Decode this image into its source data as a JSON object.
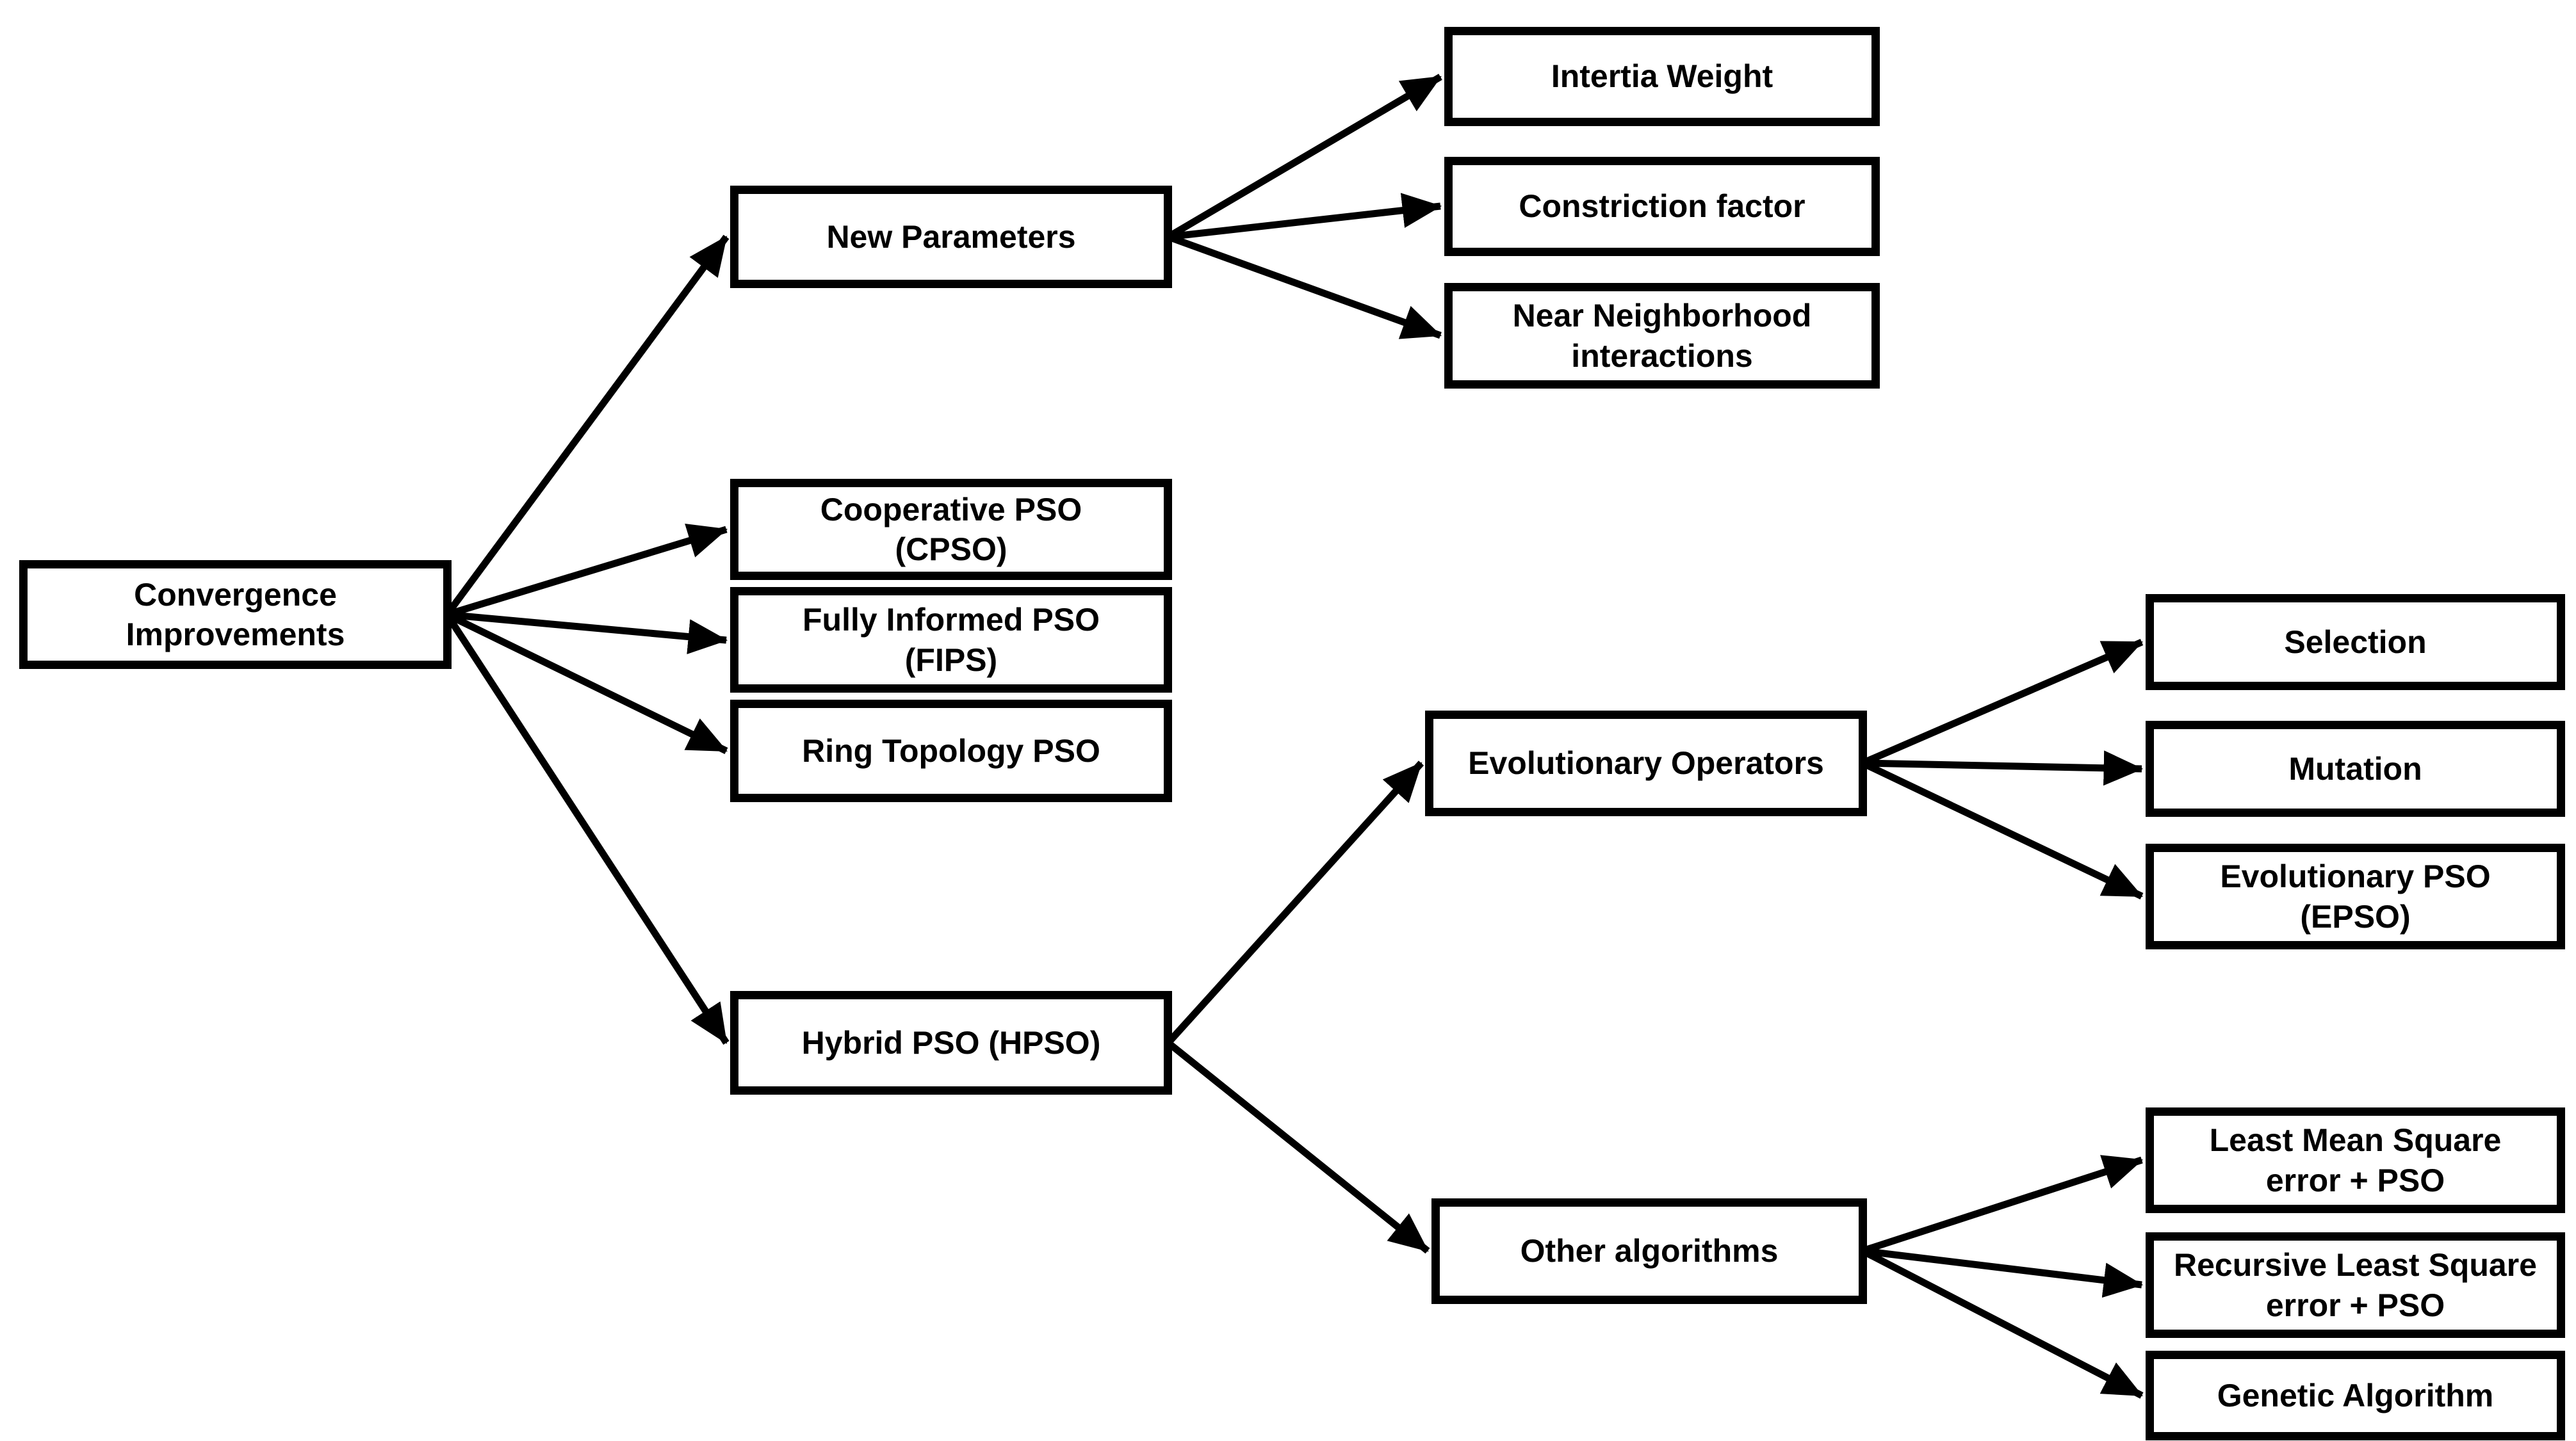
{
  "diagram": {
    "type": "flowchart",
    "direction": "left-to-right",
    "background_color": "#ffffff",
    "box_fill_color": "#ffffff",
    "box_border_color": "#000000",
    "text_color": "#000000",
    "arrow_color": "#000000"
  },
  "nodes": {
    "root": {
      "label": "Convergence\nImprovements"
    },
    "new_parameters": {
      "label": "New Parameters"
    },
    "inertia_weight": {
      "label": "Intertia Weight"
    },
    "constriction_factor": {
      "label": "Constriction factor"
    },
    "near_neighborhood": {
      "label": "Near Neighborhood\ninteractions"
    },
    "cpso": {
      "label": "Cooperative PSO\n(CPSO)"
    },
    "fips": {
      "label": "Fully Informed PSO\n(FIPS)"
    },
    "ring_topology": {
      "label": "Ring Topology PSO"
    },
    "hybrid_pso": {
      "label": "Hybrid PSO (HPSO)"
    },
    "evolutionary_operators": {
      "label": "Evolutionary Operators"
    },
    "selection": {
      "label": "Selection"
    },
    "mutation": {
      "label": "Mutation"
    },
    "epso": {
      "label": "Evolutionary PSO\n(EPSO)"
    },
    "other_algorithms": {
      "label": "Other algorithms"
    },
    "lms_pso": {
      "label": "Least Mean Square\nerror + PSO"
    },
    "rls_pso": {
      "label": "Recursive Least Square\nerror + PSO"
    },
    "genetic_algorithm": {
      "label": "Genetic Algorithm"
    }
  },
  "edges": [
    {
      "from": "root",
      "to": "new_parameters"
    },
    {
      "from": "root",
      "to": "cpso"
    },
    {
      "from": "root",
      "to": "fips"
    },
    {
      "from": "root",
      "to": "ring_topology"
    },
    {
      "from": "root",
      "to": "hybrid_pso"
    },
    {
      "from": "new_parameters",
      "to": "inertia_weight"
    },
    {
      "from": "new_parameters",
      "to": "constriction_factor"
    },
    {
      "from": "new_parameters",
      "to": "near_neighborhood"
    },
    {
      "from": "hybrid_pso",
      "to": "evolutionary_operators"
    },
    {
      "from": "hybrid_pso",
      "to": "other_algorithms"
    },
    {
      "from": "evolutionary_operators",
      "to": "selection"
    },
    {
      "from": "evolutionary_operators",
      "to": "mutation"
    },
    {
      "from": "evolutionary_operators",
      "to": "epso"
    },
    {
      "from": "other_algorithms",
      "to": "lms_pso"
    },
    {
      "from": "other_algorithms",
      "to": "rls_pso"
    },
    {
      "from": "other_algorithms",
      "to": "genetic_algorithm"
    }
  ]
}
